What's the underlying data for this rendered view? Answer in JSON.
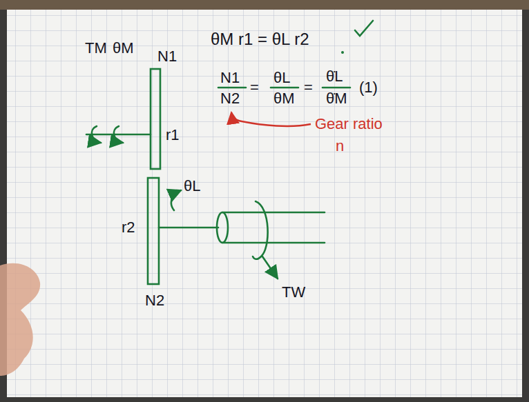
{
  "diagram": {
    "labels": [
      "TM",
      "θM",
      "N1",
      "r1",
      "θL",
      "r2",
      "N2",
      "TW",
      "θM r1 = θL r2",
      "N1",
      "N2",
      "=",
      "θL",
      "θM",
      "=",
      "θ̇L",
      "θ̇M",
      "(1)",
      "Gear ratio",
      "n"
    ]
  }
}
